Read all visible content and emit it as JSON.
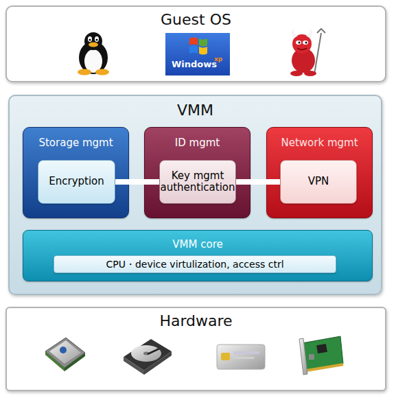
{
  "diagram": {
    "nodes": [
      {
        "text": [
          "Guest OS"
        ]
      },
      {
        "text": [
          "VMM"
        ]
      },
      {
        "text": [
          "Storage mgmt"
        ],
        "in": 1
      },
      {
        "text": [
          "Encryption"
        ],
        "in": 2
      },
      {
        "text": [
          "ID mgmt"
        ],
        "in": 1
      },
      {
        "text": [
          "Key mgmt authentication"
        ],
        "in": 4
      },
      {
        "text": [
          "Network mgmt"
        ],
        "in": 1
      },
      {
        "text": [
          "VPN"
        ],
        "in": 6
      },
      {
        "text": [
          "VMM core"
        ],
        "in": 1
      },
      {
        "text": [
          "CPU・device virtulization, access ctrl"
        ],
        "in": 8
      },
      {
        "text": [
          "Hardware"
        ]
      }
    ],
    "edges": [
      {
        "from": 3,
        "to": 5,
        "arrow": "none"
      },
      {
        "from": 5,
        "to": 7,
        "arrow": "none"
      }
    ],
    "labels": [
      "Windows",
      "xp"
    ]
  }
}
